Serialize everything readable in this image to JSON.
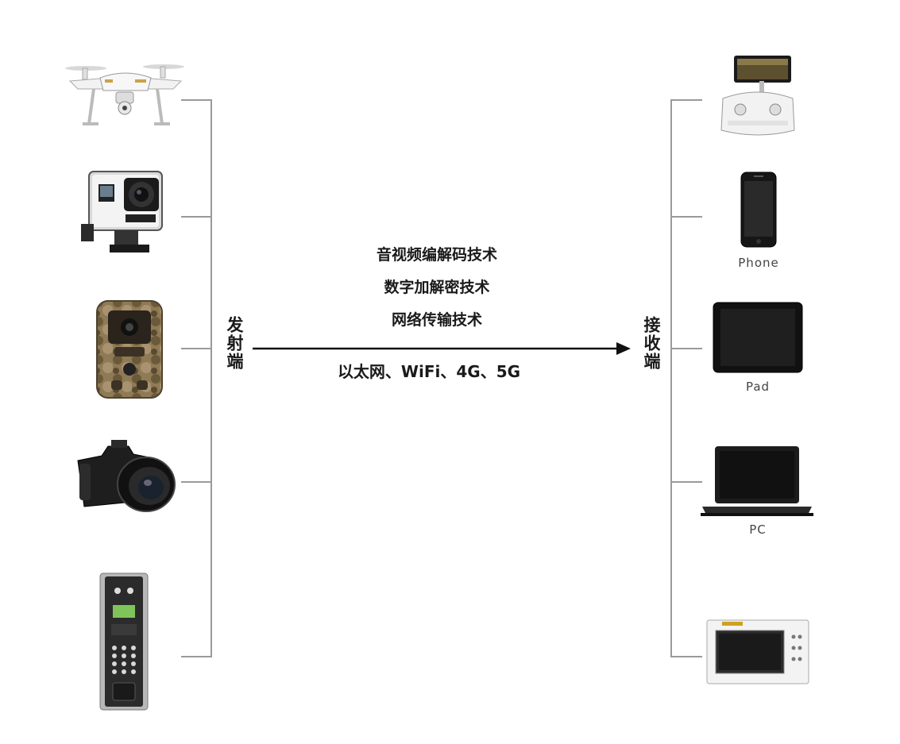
{
  "sender_label": "发射端",
  "receiver_label": "接收端",
  "technologies": [
    "音视频编解码技术",
    "数字加解密技术",
    "网络传输技术"
  ],
  "network": "以太网、WiFi、4G、5G",
  "senders": [
    {
      "icon": "drone-icon"
    },
    {
      "icon": "action-camera-icon"
    },
    {
      "icon": "trail-camera-icon"
    },
    {
      "icon": "dslr-camera-icon"
    },
    {
      "icon": "door-intercom-icon"
    }
  ],
  "receivers": [
    {
      "icon": "drone-remote-controller-icon",
      "label": ""
    },
    {
      "icon": "phone-icon",
      "label": "Phone"
    },
    {
      "icon": "tablet-icon",
      "label": "Pad"
    },
    {
      "icon": "laptop-icon",
      "label": "PC"
    },
    {
      "icon": "indoor-monitor-icon",
      "label": ""
    }
  ],
  "colors": {
    "line": "#9a9a9a",
    "arrow": "#111111",
    "text": "#1a1a1a"
  }
}
